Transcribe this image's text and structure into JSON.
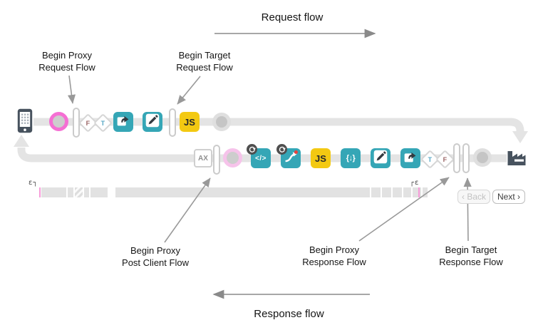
{
  "header": {
    "request_flow": "Request flow"
  },
  "footer": {
    "response_flow": "Response flow"
  },
  "annotations": {
    "proxy_request": {
      "line1": "Begin Proxy",
      "line2": "Request Flow"
    },
    "target_request": {
      "line1": "Begin Target",
      "line2": "Request Flow"
    },
    "proxy_post_client": {
      "line1": "Begin Proxy",
      "line2": "Post Client Flow"
    },
    "proxy_response": {
      "line1": "Begin Proxy",
      "line2": "Response Flow"
    },
    "target_response": {
      "line1": "Begin Target",
      "line2": "Response Flow"
    }
  },
  "request_row": {
    "condition_false": "F",
    "condition_true": "T",
    "js_policy": "JS"
  },
  "response_row": {
    "analytics": "AX",
    "code_policy": "</>",
    "js_policy": "JS",
    "braces_policy": "{↓}",
    "condition_true": "T",
    "condition_false": "F"
  },
  "timeline": {
    "left_marker": "ε┐",
    "right_marker": "┌ε",
    "back_button": "‹ Back",
    "next_button": "Next ›"
  },
  "colors": {
    "teal": "#35a6b6",
    "js_yellow": "#f3c912",
    "magenta_ring": "#f56fd3",
    "pale_pink_ring": "#f6c3ea",
    "flow_line_gray": "#e4e4e4",
    "endpoint_slate": "#47525e",
    "annotation_arrow_gray": "#999999",
    "red_dot": "#e8413c",
    "timeline_tick_pink": "#f79bd9"
  }
}
